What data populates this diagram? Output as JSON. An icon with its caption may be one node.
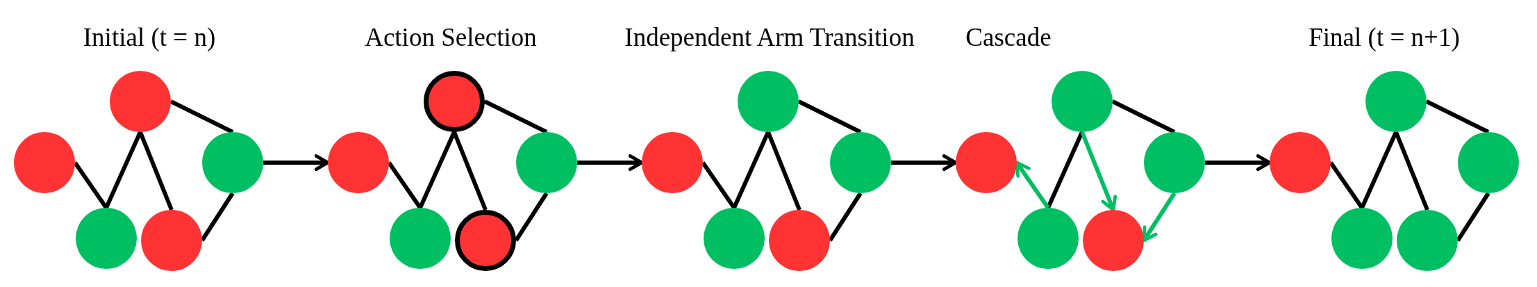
{
  "diagram": {
    "nodes": [
      {
        "text": [],
        "shape": "circle"
      },
      {
        "text": [],
        "shape": "circle"
      },
      {
        "text": [],
        "shape": "circle"
      },
      {
        "text": [],
        "shape": "circle"
      },
      {
        "text": [],
        "shape": "circle"
      },
      {
        "text": [],
        "shape": "circle"
      },
      {
        "text": [],
        "shape": "circle"
      },
      {
        "text": [],
        "shape": "circle"
      },
      {
        "text": [],
        "shape": "circle"
      },
      {
        "text": [],
        "shape": "circle"
      },
      {
        "text": [],
        "shape": "circle"
      },
      {
        "text": [],
        "shape": "circle"
      },
      {
        "text": [],
        "shape": "circle"
      },
      {
        "text": [],
        "shape": "circle"
      },
      {
        "text": [],
        "shape": "circle"
      },
      {
        "text": [],
        "shape": "circle"
      },
      {
        "text": [],
        "shape": "circle"
      },
      {
        "text": [],
        "shape": "circle"
      },
      {
        "text": [],
        "shape": "circle"
      },
      {
        "text": [],
        "shape": "circle"
      },
      {
        "text": [],
        "shape": "circle"
      },
      {
        "text": [],
        "shape": "circle"
      },
      {
        "text": [],
        "shape": "circle"
      },
      {
        "text": [],
        "shape": "circle"
      },
      {
        "text": [],
        "shape": "circle"
      }
    ],
    "edges": [
      {
        "from": 0,
        "to": 2,
        "arrow": "none"
      },
      {
        "from": 0,
        "to": 3,
        "arrow": "none"
      },
      {
        "from": 0,
        "to": 4,
        "arrow": "none"
      },
      {
        "from": 1,
        "to": 3,
        "arrow": "none"
      },
      {
        "from": 2,
        "to": 4,
        "arrow": "none"
      },
      {
        "from": 2,
        "to": 6,
        "arrow": "to"
      },
      {
        "from": 5,
        "to": 7,
        "arrow": "none"
      },
      {
        "from": 5,
        "to": 8,
        "arrow": "none"
      },
      {
        "from": 5,
        "to": 9,
        "arrow": "none"
      },
      {
        "from": 6,
        "to": 8,
        "arrow": "none"
      },
      {
        "from": 7,
        "to": 9,
        "arrow": "none"
      },
      {
        "from": 7,
        "to": 11,
        "arrow": "to"
      },
      {
        "from": 10,
        "to": 12,
        "arrow": "none"
      },
      {
        "from": 10,
        "to": 13,
        "arrow": "none"
      },
      {
        "from": 10,
        "to": 14,
        "arrow": "none"
      },
      {
        "from": 11,
        "to": 13,
        "arrow": "none"
      },
      {
        "from": 12,
        "to": 14,
        "arrow": "none"
      },
      {
        "from": 12,
        "to": 16,
        "arrow": "to"
      },
      {
        "from": 15,
        "to": 17,
        "arrow": "none"
      },
      {
        "from": 15,
        "to": 18,
        "arrow": "none"
      },
      {
        "from": 15,
        "to": 19,
        "arrow": "to",
        "color": "#00bf63"
      },
      {
        "from": 18,
        "to": 16,
        "arrow": "to",
        "color": "#00bf63"
      },
      {
        "from": 17,
        "to": 19,
        "arrow": "to",
        "color": "#00bf63"
      },
      {
        "from": 17,
        "to": 21,
        "arrow": "to"
      },
      {
        "from": 20,
        "to": 22,
        "arrow": "none"
      },
      {
        "from": 20,
        "to": 23,
        "arrow": "none"
      },
      {
        "from": 20,
        "to": 24,
        "arrow": "none"
      },
      {
        "from": 21,
        "to": 23,
        "arrow": "none"
      },
      {
        "from": 22,
        "to": 24,
        "arrow": "none"
      }
    ],
    "labels": [
      "Initial (t = n)",
      "Action Selection",
      "Independent Arm Transition",
      "Cascade",
      "Final (t = n+1)"
    ]
  }
}
